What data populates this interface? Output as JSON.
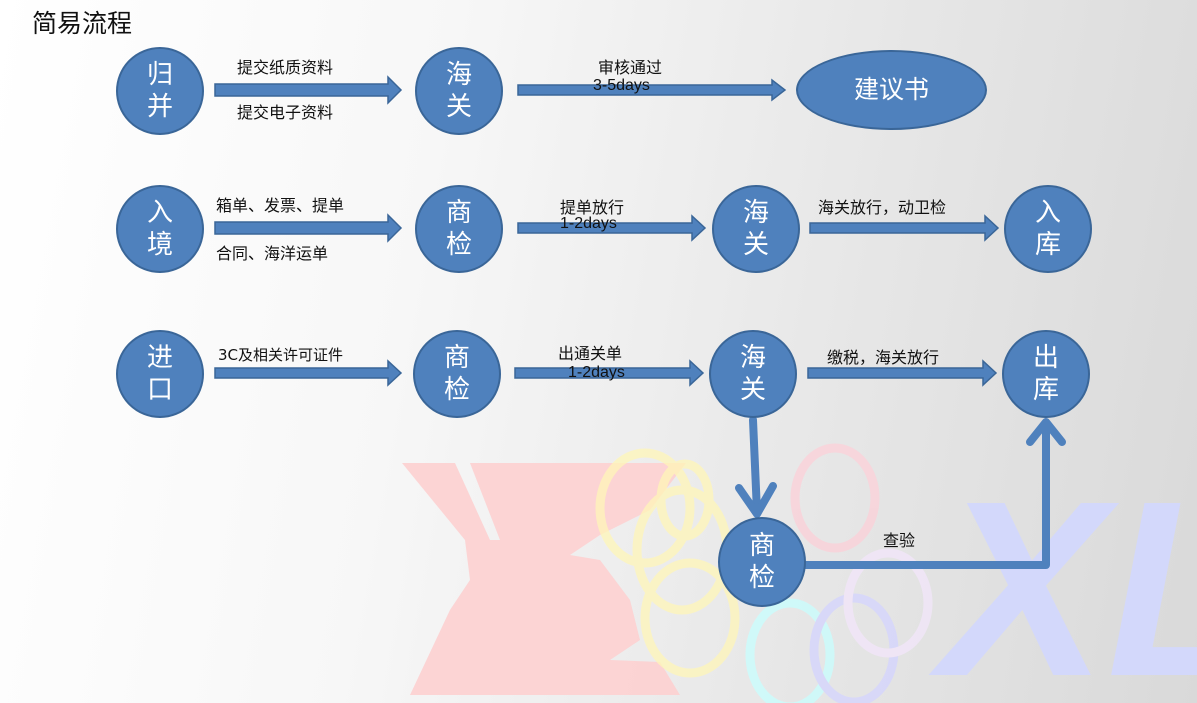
{
  "title": "简易流程",
  "watermark": {
    "text": "XL"
  },
  "colors": {
    "node": "#4f81bd",
    "arrow": "#4f81bd"
  },
  "row1": {
    "n1": "归并",
    "n2": "海关",
    "n3": "建议书",
    "e1_top": "提交纸质资料",
    "e1_bottom": "提交电子资料",
    "e2_top": "审核通过",
    "e2_days": "3-5days"
  },
  "row2": {
    "n1": "入境",
    "n2": "商检",
    "n3": "海关",
    "n4": "入库",
    "e1_top": "箱单、发票、提单",
    "e1_bottom": "合同、海洋运单",
    "e2_top": "提单放行",
    "e2_days": "1-2days",
    "e3_top": "海关放行，动卫检"
  },
  "row3": {
    "n1": "进口",
    "n2": "商检",
    "n3": "海关",
    "n4": "出库",
    "e1_top": "3C及相关许可证件",
    "e2_top": "出通关单",
    "e2_days": "1-2days",
    "e3_top": "缴税，海关放行"
  },
  "row4": {
    "n1": "商检",
    "e1_top": "查验"
  }
}
